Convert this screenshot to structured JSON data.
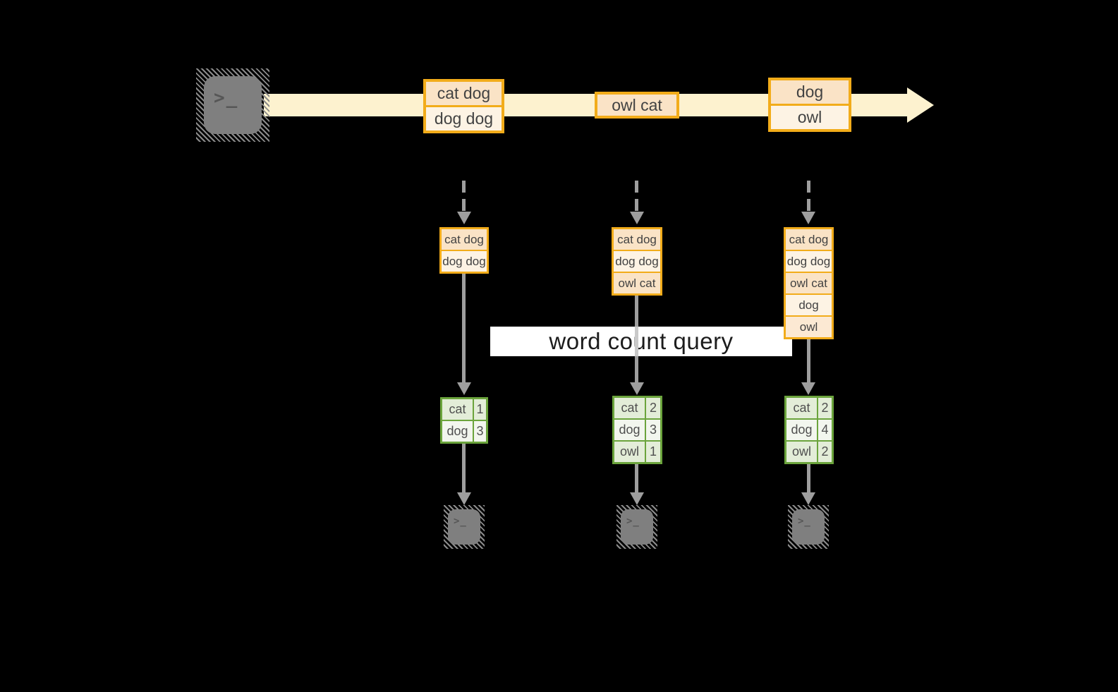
{
  "banner": {
    "label": "word count query"
  },
  "icons": {
    "terminal_glyph": ">_"
  },
  "stream": {
    "events": [
      {
        "lines": [
          "cat dog",
          "dog dog"
        ]
      },
      {
        "lines": [
          "owl cat"
        ]
      },
      {
        "lines": [
          "dog",
          "owl"
        ]
      }
    ]
  },
  "columns": [
    {
      "state": [
        "cat dog",
        "dog dog"
      ],
      "counts": [
        {
          "word": "cat",
          "count": 1
        },
        {
          "word": "dog",
          "count": 3
        }
      ]
    },
    {
      "state": [
        "cat dog",
        "dog dog",
        "owl cat"
      ],
      "counts": [
        {
          "word": "cat",
          "count": 2
        },
        {
          "word": "dog",
          "count": 3
        },
        {
          "word": "owl",
          "count": 1
        }
      ]
    },
    {
      "state": [
        "cat dog",
        "dog dog",
        "owl cat",
        "dog",
        "owl"
      ],
      "counts": [
        {
          "word": "cat",
          "count": 2
        },
        {
          "word": "dog",
          "count": 4
        },
        {
          "word": "owl",
          "count": 2
        }
      ]
    }
  ],
  "colors": {
    "stream_band": "#fdf2cf",
    "box_border": "#f2ac1a",
    "cell_peach": "#fae3c6",
    "cell_cream": "#fdf3e4",
    "cell_peach_light": "#fce9d3",
    "table_border": "#6ba43c",
    "cell_green": "#e3edd8",
    "cell_green_light": "#f2f6ee",
    "arrow_gray": "#9e9e9e",
    "banner_bg": "#ffffff",
    "terminal_gray": "#7f7f7f"
  }
}
